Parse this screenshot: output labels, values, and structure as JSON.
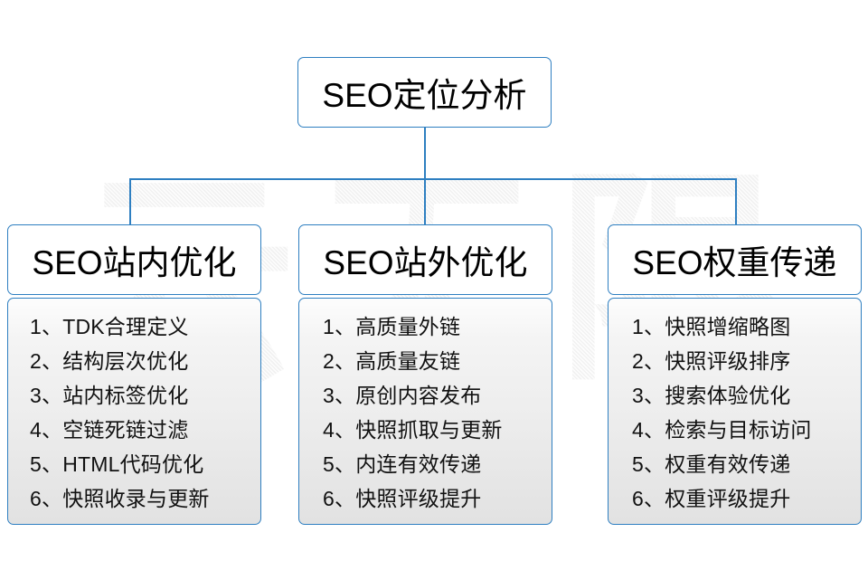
{
  "diagram": {
    "watermark_text": "云无限",
    "accent_color": "#2e7fc1",
    "root": {
      "label": "SEO定位分析"
    },
    "branches": [
      {
        "title": "SEO站内优化",
        "items": [
          "1、TDK合理定义",
          "2、结构层次优化",
          "3、站内标签优化",
          "4、空链死链过滤",
          "5、HTML代码优化",
          "6、快照收录与更新"
        ]
      },
      {
        "title": "SEO站外优化",
        "items": [
          "1、高质量外链",
          "2、高质量友链",
          "3、原创内容发布",
          "4、快照抓取与更新",
          "5、内连有效传递",
          "6、快照评级提升"
        ]
      },
      {
        "title": "SEO权重传递",
        "items": [
          "1、快照增缩略图",
          "2、快照评级排序",
          "3、搜索体验优化",
          "4、检索与目标访问",
          "5、权重有效传递",
          "6、权重评级提升"
        ]
      }
    ]
  }
}
